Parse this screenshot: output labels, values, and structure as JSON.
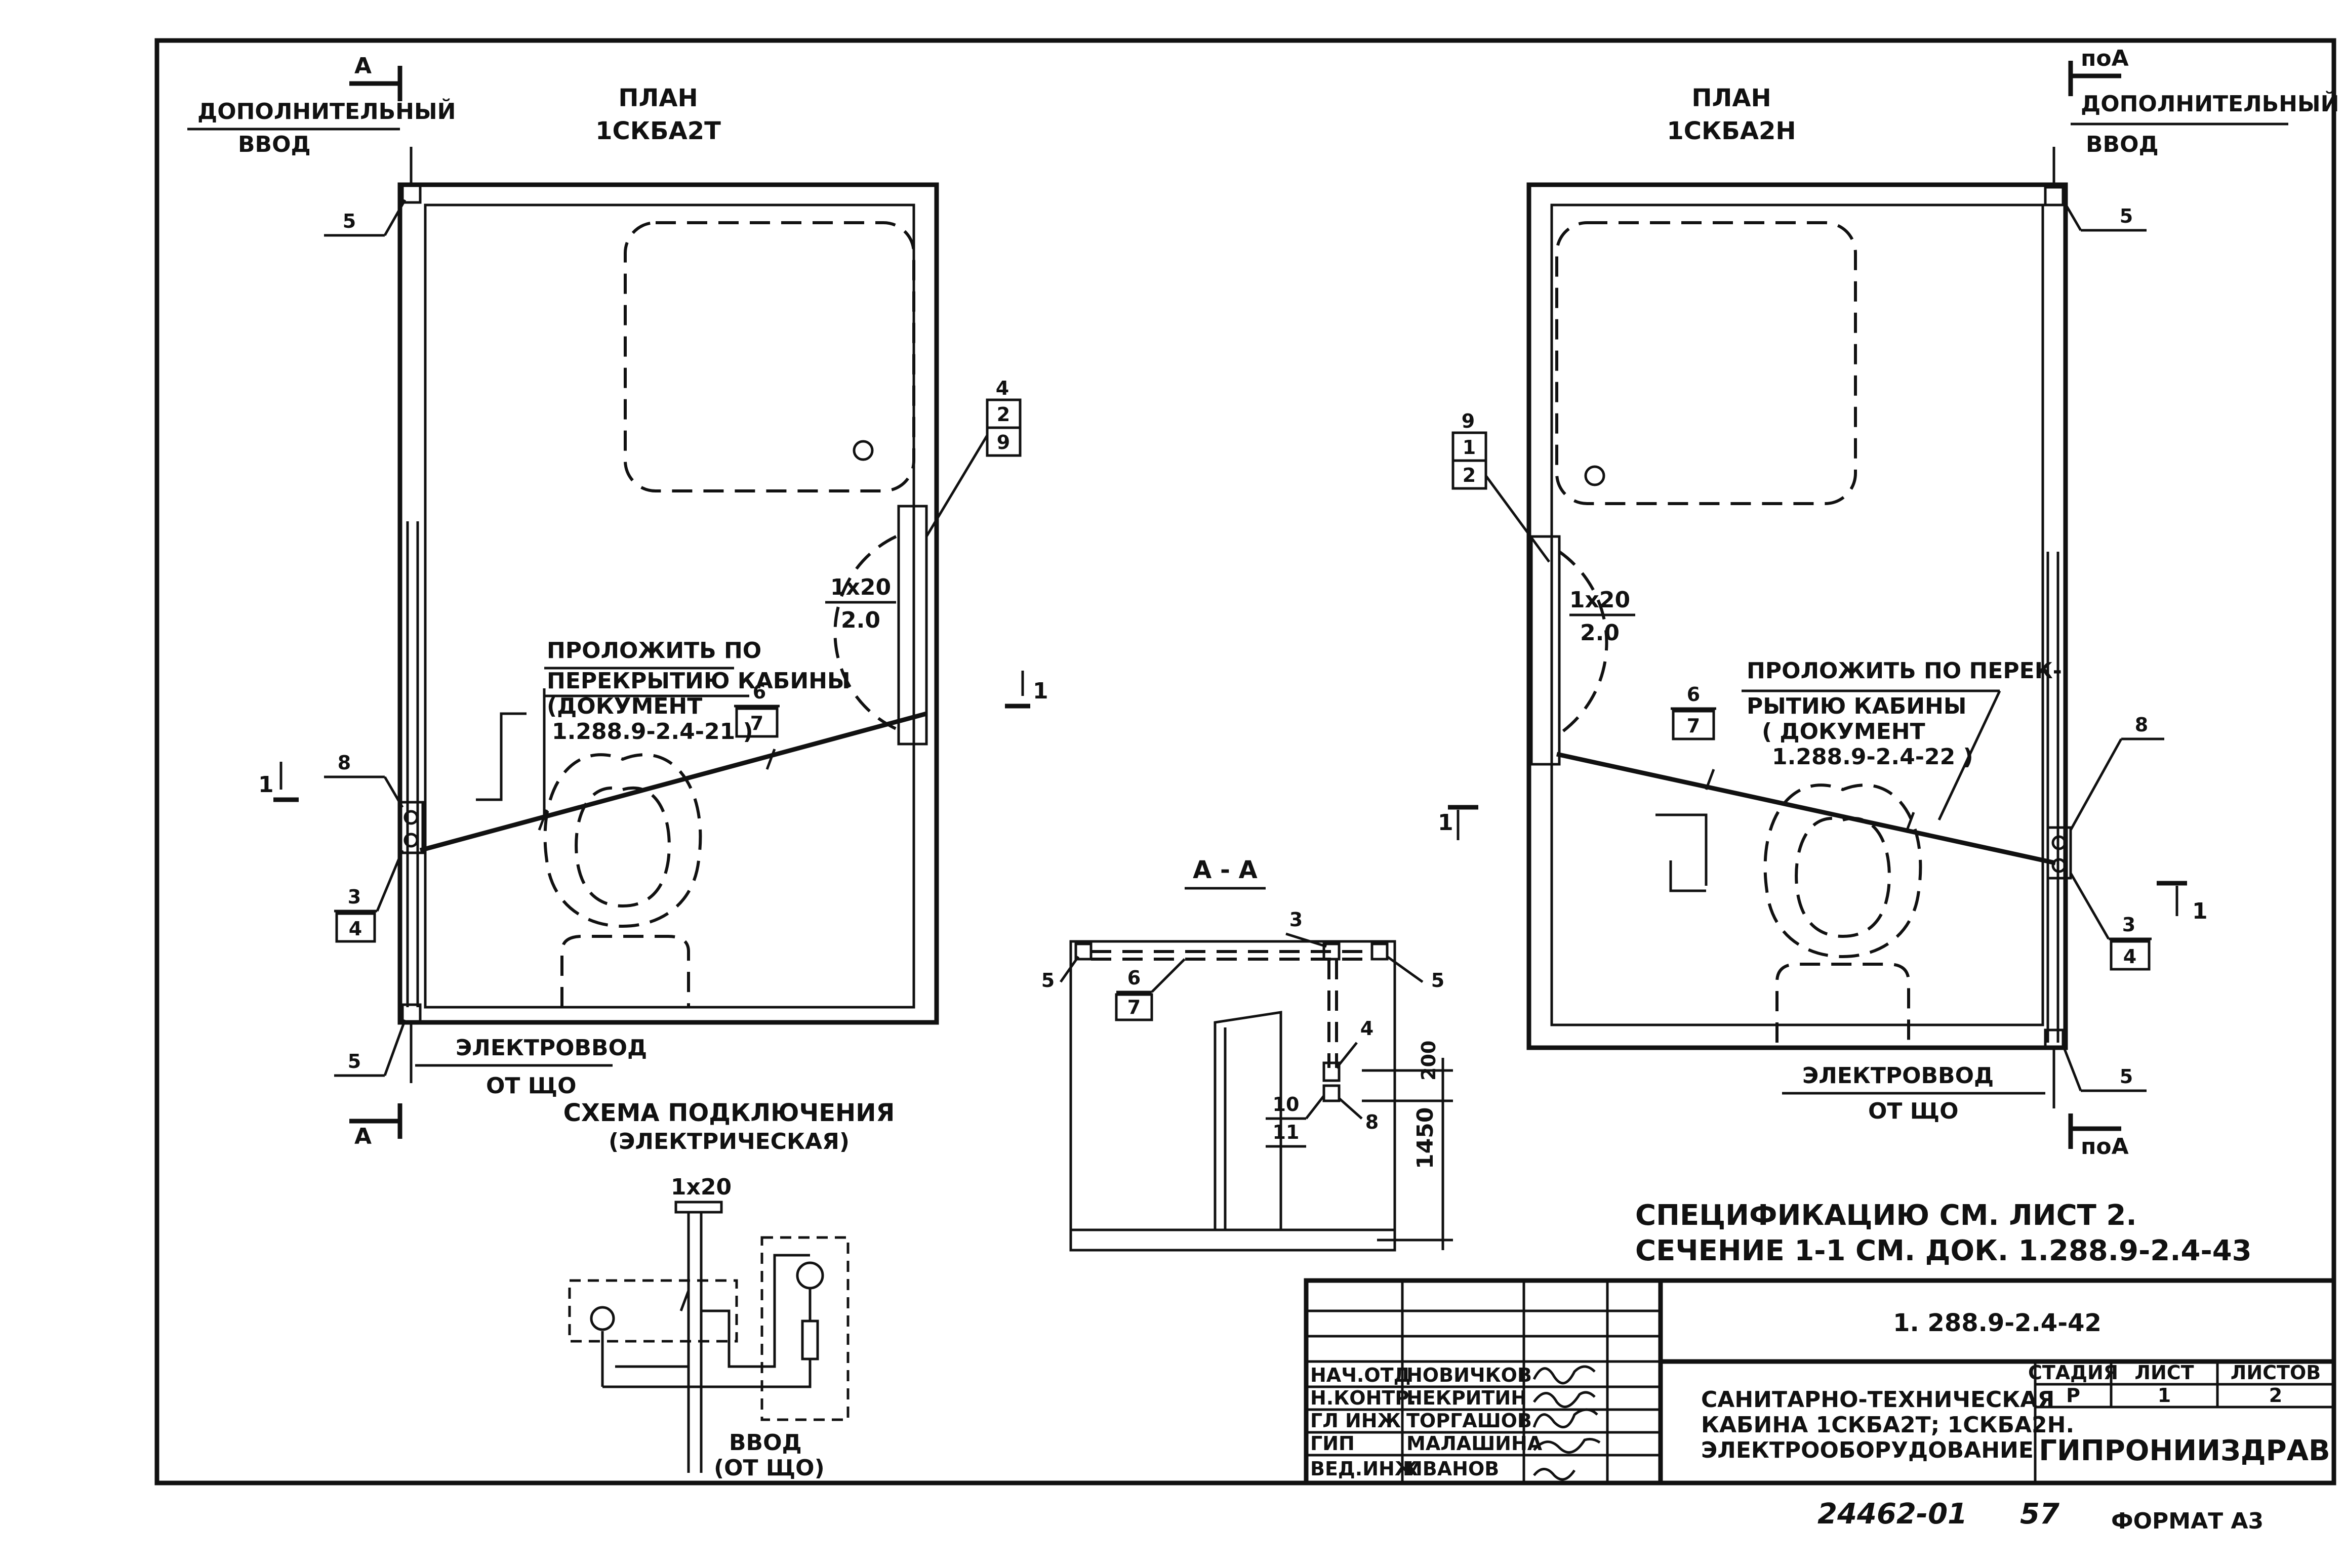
{
  "plan_left": {
    "title": "ПЛАН",
    "code": "1СКБА2Т",
    "extra_input": "ДОПОЛНИТЕЛЬНЫЙ",
    "extra_input2": "ВВОД",
    "section_mark": "А",
    "route_note_1": "ПРОЛОЖИТЬ ПО",
    "route_note_2": "ПЕРЕКРЫТИЮ КАБИНЫ",
    "route_note_3": "(ДОКУМЕНТ",
    "route_note_4": "1.288.9-2.4-21 )",
    "fixture_top": "1х20",
    "fixture_bot": "2.0",
    "electro_input": "ЭЛЕКТРОВВОД",
    "electro_from": "ОТ ЩО",
    "pos": {
      "p1": "1",
      "p2": "2",
      "p3": "3",
      "p4": "4",
      "p5": "5",
      "p6": "6",
      "p7": "7",
      "p8": "8",
      "p9": "9"
    }
  },
  "plan_right": {
    "title": "ПЛАН",
    "code": "1СКБА2Н",
    "extra_input": "ДОПОЛНИТЕЛЬНЫЙ",
    "extra_input2": "ВВОД",
    "section_mark": "поА",
    "route_note_1": "ПРОЛОЖИТЬ ПО ПЕРЕК-",
    "route_note_2": "РЫТИЮ КАБИНЫ",
    "route_note_3": "( ДОКУМЕНТ",
    "route_note_4": "1.288.9-2.4-22 )",
    "fixture_top": "1х20",
    "fixture_bot": "2.0",
    "electro_input": "ЭЛЕКТРОВВОД",
    "electro_from": "ОТ ЩО"
  },
  "section_aa": {
    "title": "А - А",
    "dim_200": "200",
    "dim_1450": "1450",
    "p10": "10",
    "p11": "11"
  },
  "scheme": {
    "title": "СХЕМА ПОДКЛЮЧЕНИЯ",
    "subtitle": "(ЭЛЕКТРИЧЕСКАЯ)",
    "lamp": "1х20",
    "input": "ВВОД",
    "input_from": "(ОТ ЩО)"
  },
  "notes": {
    "spec": "СПЕЦИФИКАЦИЮ СМ. ЛИСТ 2.",
    "section": "СЕЧЕНИЕ 1-1 СМ. ДОК. 1.288.9-2.4-43"
  },
  "title_block": {
    "doc_code": "1. 288.9-2.4-42",
    "desc_1": "САНИТАРНО-ТЕХНИЧЕСКАЯ",
    "desc_2": "КАБИНА 1СКБА2Т; 1СКБА2Н.",
    "desc_3": "ЭЛЕКТРООБОРУДОВАНИЕ",
    "stage_h": "СТАДИЯ",
    "sheet_h": "ЛИСТ",
    "sheets_h": "ЛИСТОВ",
    "stage": "Р",
    "sheet": "1",
    "sheets": "2",
    "org": "ГИПРОНИИЗДРАВ",
    "staff": [
      {
        "role": "НАЧ.ОТД",
        "name": "НОВИЧКОВ"
      },
      {
        "role": "Н.КОНТР.",
        "name": "НЕКРИТИН"
      },
      {
        "role": "ГЛ ИНЖ",
        "name": "ТОРГАШОВ"
      },
      {
        "role": "ГИП",
        "name": "МАЛАШИНА"
      },
      {
        "role": "ВЕД.ИНЖ",
        "name": "ИВАНОВ"
      }
    ]
  },
  "footer": {
    "inventory": "24462-01",
    "number": "57",
    "format": "ФОРМАТ А3"
  }
}
